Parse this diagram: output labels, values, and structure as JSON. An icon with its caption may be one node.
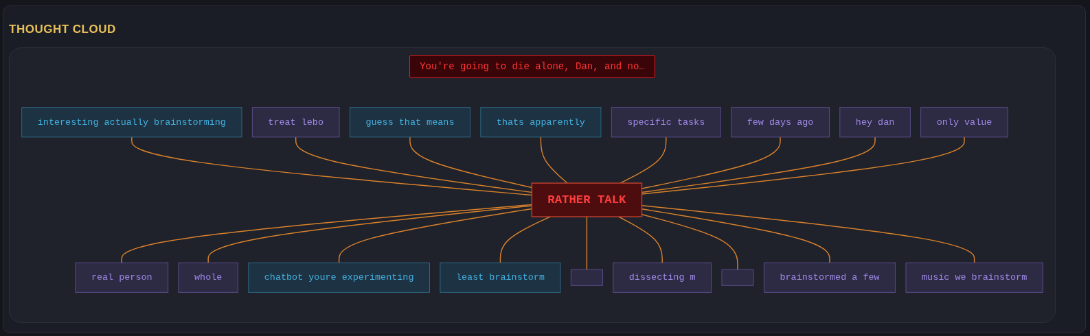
{
  "diagram": {
    "title": "THOUGHT CLOUD",
    "nodes": [
      {
        "text": [
          "interesting actually brainstorming"
        ]
      },
      {
        "text": [
          "treat lebo"
        ]
      },
      {
        "text": [
          "guess that means"
        ]
      },
      {
        "text": [
          "thats apparently"
        ]
      },
      {
        "text": [
          "specific tasks"
        ]
      },
      {
        "text": [
          "few days ago"
        ]
      },
      {
        "text": [
          "hey dan"
        ]
      },
      {
        "text": [
          "only value"
        ]
      },
      {
        "text": [
          "RATHER TALK"
        ]
      },
      {
        "text": [
          "real person"
        ]
      },
      {
        "text": [
          "whole"
        ]
      },
      {
        "text": [
          "chatbot youre experimenting"
        ]
      },
      {
        "text": [
          "least brainstorm"
        ]
      },
      {
        "text": [],
        "shape": "box"
      },
      {
        "text": [
          "dissecting m"
        ]
      },
      {
        "text": [],
        "shape": "box"
      },
      {
        "text": [
          "brainstormed a few"
        ]
      },
      {
        "text": [
          "music we brainstorm"
        ]
      }
    ],
    "edges": [
      {
        "from": 0,
        "to": 8,
        "arrow": "none"
      },
      {
        "from": 1,
        "to": 8,
        "arrow": "none"
      },
      {
        "from": 2,
        "to": 8,
        "arrow": "none"
      },
      {
        "from": 3,
        "to": 8,
        "arrow": "none"
      },
      {
        "from": 4,
        "to": 8,
        "arrow": "none"
      },
      {
        "from": 5,
        "to": 8,
        "arrow": "none"
      },
      {
        "from": 6,
        "to": 8,
        "arrow": "none"
      },
      {
        "from": 7,
        "to": 8,
        "arrow": "none"
      },
      {
        "from": 8,
        "to": 9,
        "arrow": "none"
      },
      {
        "from": 8,
        "to": 10,
        "arrow": "none"
      },
      {
        "from": 8,
        "to": 11,
        "arrow": "none"
      },
      {
        "from": 8,
        "to": 12,
        "arrow": "none"
      },
      {
        "from": 8,
        "to": 13,
        "arrow": "none"
      },
      {
        "from": 8,
        "to": 14,
        "arrow": "none"
      },
      {
        "from": 8,
        "to": 15,
        "arrow": "none"
      },
      {
        "from": 8,
        "to": 16,
        "arrow": "none"
      },
      {
        "from": 8,
        "to": 17,
        "arrow": "none"
      }
    ],
    "labels": [
      "You're going to die alone, Dan, and no…"
    ]
  }
}
